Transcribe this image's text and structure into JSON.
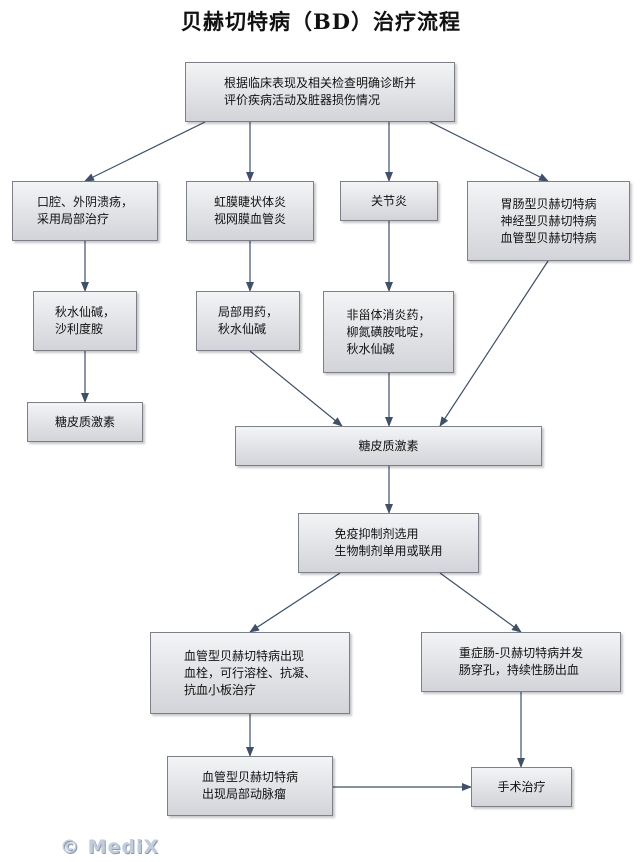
{
  "title": "贝赫切特病（BD）治疗流程",
  "nodes": {
    "assess": "根据临床表现及相关检查明确诊断并\n评价疾病活动及脏器损伤情况",
    "oral": "口腔、外阴溃疡，\n采用局部治疗",
    "eye": "虹膜睫状体炎\n视网膜血管炎",
    "joint": "关节炎",
    "organ": "胃肠型贝赫切特病\n神经型贝赫切特病\n血管型贝赫切特病",
    "colch_thal": "秋水仙碱，\n沙利度胺",
    "local_drug": "局部用药，\n秋水仙碱",
    "nsaid": "非甾体消炎药，\n柳氮磺胺吡啶，\n秋水仙碱",
    "gc_left": "糖皮质激素",
    "gc_main": "糖皮质激素",
    "immuno": "免疫抑制剂选用\n生物制剂单用或联用",
    "vasc_throm": "血管型贝赫切特病出现\n血栓，可行溶栓、抗凝、\n抗血小板治疗",
    "severe": "重症肠-贝赫切特病并发\n肠穿孔，持续性肠出血",
    "aneurysm": "血管型贝赫切特病\n出现局部动脉瘤",
    "surgery": "手术治疗"
  },
  "edges": [
    [
      "assess",
      "oral"
    ],
    [
      "assess",
      "eye"
    ],
    [
      "assess",
      "joint"
    ],
    [
      "assess",
      "organ"
    ],
    [
      "oral",
      "colch_thal"
    ],
    [
      "colch_thal",
      "gc_left"
    ],
    [
      "eye",
      "local_drug"
    ],
    [
      "local_drug",
      "gc_main"
    ],
    [
      "joint",
      "nsaid"
    ],
    [
      "nsaid",
      "gc_main"
    ],
    [
      "organ",
      "gc_main"
    ],
    [
      "gc_main",
      "immuno"
    ],
    [
      "immuno",
      "vasc_throm"
    ],
    [
      "immuno",
      "severe"
    ],
    [
      "vasc_throm",
      "aneurysm"
    ],
    [
      "severe",
      "surgery"
    ],
    [
      "aneurysm",
      "surgery"
    ]
  ],
  "watermark": "© MediX",
  "colors": {
    "edge": "#3f5068",
    "box_border": "#7d8088",
    "box_top": "#f3f4f6",
    "box_bottom": "#d2d4d9"
  }
}
